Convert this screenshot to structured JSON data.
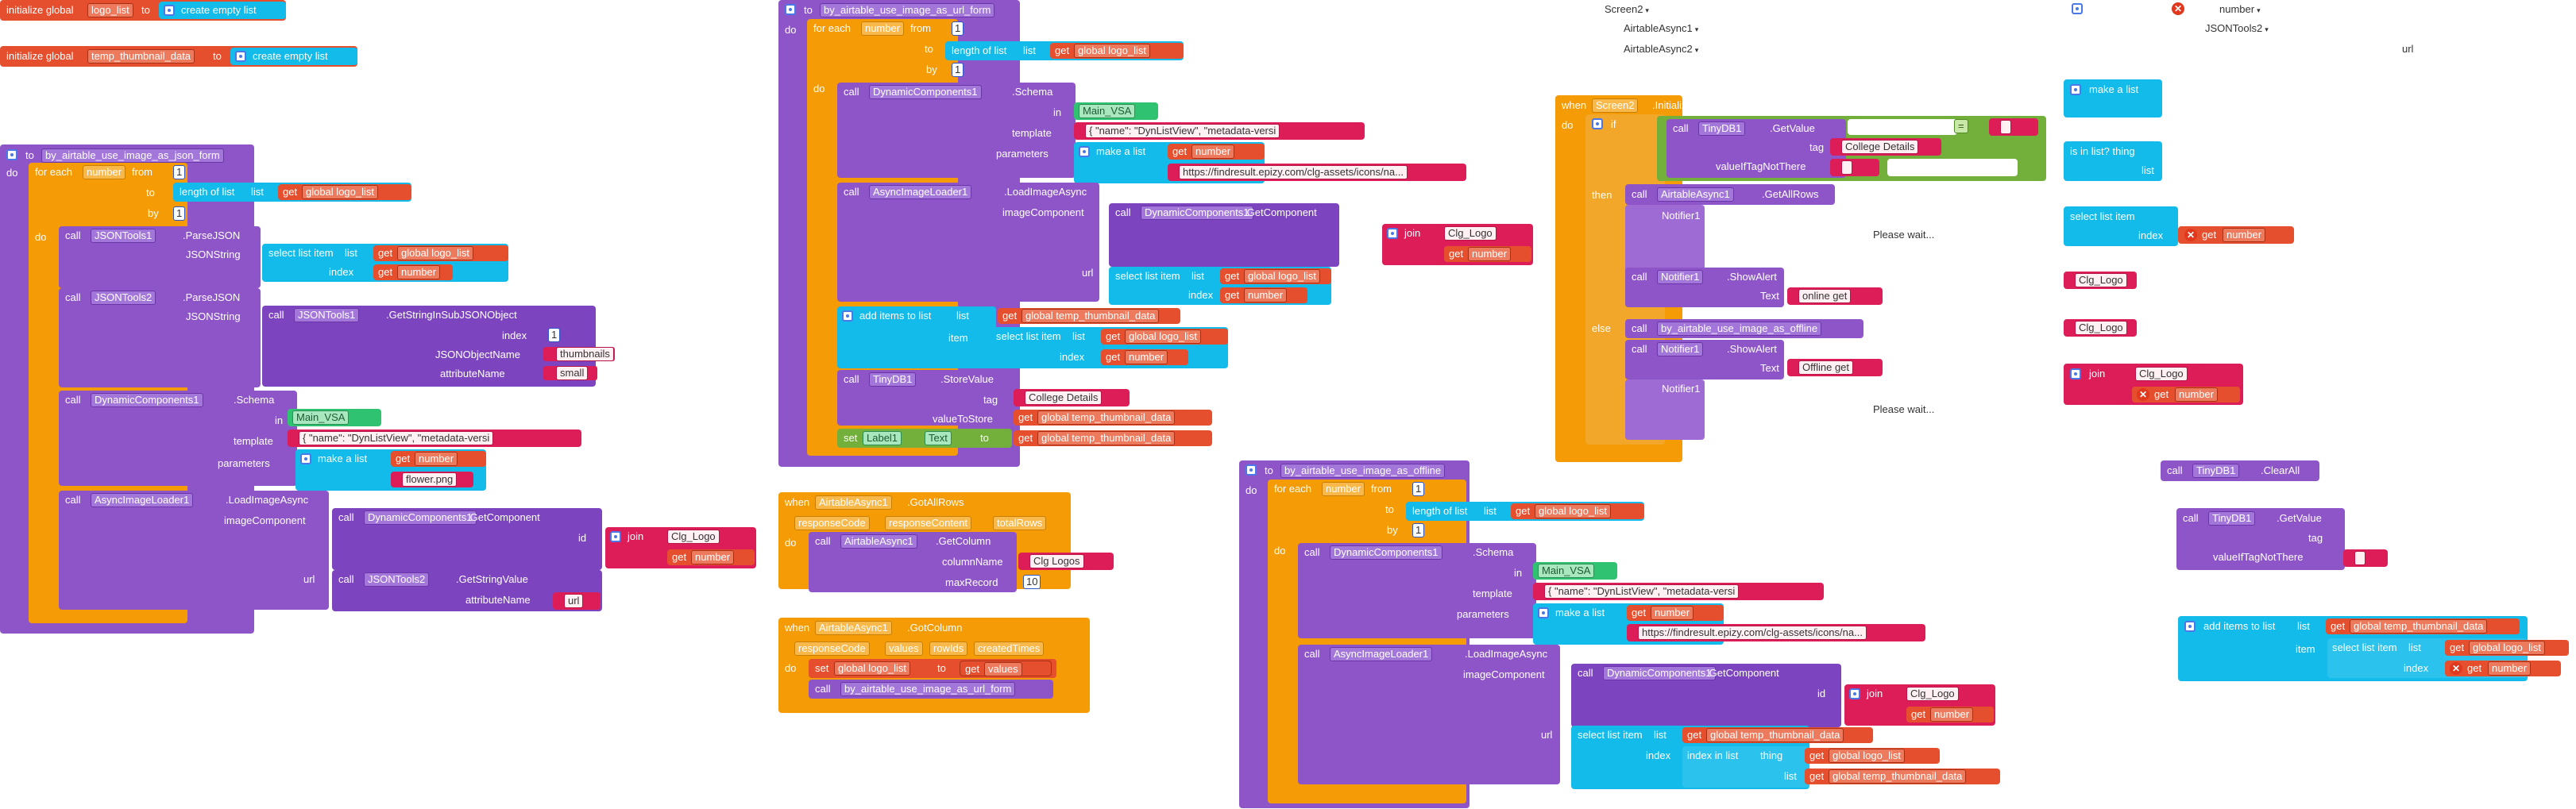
{
  "globals": {
    "init_label": "initialize global",
    "to": "to",
    "var1": "logo_list",
    "var2": "temp_thumbnail_data",
    "create_empty": "create empty list"
  },
  "json_form": {
    "header": "to",
    "proc": "by_airtable_use_image_as_json_form",
    "do": "do",
    "foreach": "for each",
    "var": "number",
    "from": "from",
    "to": "to",
    "by": "by",
    "one": "1",
    "length_of_list": "length of list",
    "list": "list",
    "get": "get",
    "global_logo_list": "global logo_list",
    "call": "call",
    "jsontools1": "JSONTools1",
    "jsontools2": "JSONTools2",
    "parsejson": ".ParseJSON",
    "jsonstring": "JSONString",
    "select_list_item": "select list item",
    "index": "index",
    "get_string_sub": ".GetStringInSubJSONObject",
    "jsonobjectname": "JSONObjectName",
    "attributename": "attributeName",
    "thumbnails": "thumbnails",
    "small": "small",
    "dyncomp": "DynamicComponents1",
    "schema": ".Schema",
    "in": "in",
    "main_vsa": "Main_VSA",
    "template": "template",
    "template_val": "{ \"name\": \"DynListView\", \"metadata-versi",
    "parameters": "parameters",
    "make_a_list": "make a list",
    "flower": "flower.png",
    "async": "AsyncImageLoader1",
    "loadimage": ".LoadImageAsync",
    "imagecomponent": "imageComponent",
    "getcomponent": ".GetComponent",
    "id": "id",
    "join": "join",
    "clg_logo": "Clg_Logo",
    "url": "url",
    "getstringvalue": ".GetStringValue",
    "url_val": "url"
  },
  "url_form": {
    "proc": "by_airtable_use_image_as_url_form",
    "url_val": "https://findresult.epizy.com/clg-assets/icons/na...",
    "add_items": "add items to list",
    "item": "item",
    "global_temp": "global temp_thumbnail_data",
    "tinydb": "TinyDB1",
    "storevalue": ".StoreValue",
    "tag": "tag",
    "college_details": "College Details",
    "valuetostore": "valueToStore",
    "set": "set",
    "label1": "Label1",
    "text": "Text"
  },
  "events": {
    "when": "when",
    "airtable": "AirtableAsync1",
    "gotallrows": ".GotAllRows",
    "responsecode": "responseCode",
    "responsecontent": "responseContent",
    "totalrows": "totalRows",
    "getcolumn": ".GetColumn",
    "columnname": "columnName",
    "clg_logos": "Clg Logos",
    "maxrecord": "maxRecord",
    "ten": "10",
    "gotcolumn": ".GotColumn",
    "values": "values",
    "rowids": "rowIds",
    "createdtimes": "createdTimes",
    "set_global": "global logo_list",
    "get_values": "values",
    "call_url": "by_airtable_use_image_as_url_form"
  },
  "init_event": {
    "screen2": "Screen2",
    "initialize": ".Initialize",
    "if": "if",
    "then": "then",
    "else": "else",
    "getvalue": ".GetValue",
    "valueiftagnotthere": "valueIfTagNotThere",
    "eq": "=",
    "getallrows": ".GetAllRows",
    "notifier1": "Notifier1",
    "please_wait": "Please wait...",
    "showalert": ".ShowAlert",
    "online": "online get",
    "offline_proc": "by_airtable_use_image_as_offline",
    "offline": "Offline get"
  },
  "offline_form": {
    "proc": "by_airtable_use_image_as_offline",
    "index_in_list": "index in list",
    "thing": "thing"
  },
  "stray": {
    "screen2": "Screen2",
    "airtable1": "AirtableAsync1",
    "airtable2": "AirtableAsync2",
    "number": "number",
    "jsontools2": "JSONTools2",
    "url": "url",
    "make_a_list": "make a list",
    "is_in_list": "is in list? thing",
    "list": "list",
    "select_list_item": "select list item",
    "index": "index",
    "clg_logo": "Clg_Logo",
    "join": "join",
    "get": "get",
    "number_v": "number",
    "tinydb": "TinyDB1",
    "clearall": ".ClearAll",
    "getvalue": ".GetValue",
    "tag": "tag",
    "valueiftagnotthere": "valueIfTagNotThere",
    "add_items": "add items to list",
    "global_temp": "global temp_thumbnail_data",
    "item": "item",
    "global_logo": "global logo_list"
  }
}
